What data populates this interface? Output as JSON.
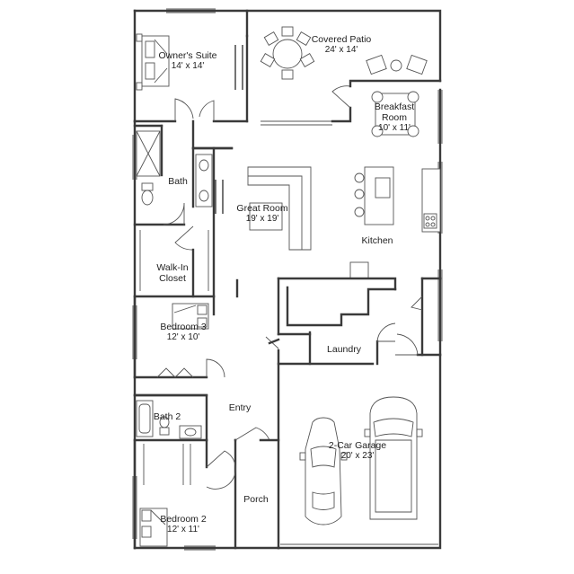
{
  "rooms": {
    "owners_suite": {
      "name": "Owner's Suite",
      "dims": "14' x 14'"
    },
    "covered_patio": {
      "name": "Covered Patio",
      "dims": "24' x 14'"
    },
    "breakfast_room": {
      "name_line1": "Breakfast",
      "name_line2": "Room",
      "dims": "10' x 11'"
    },
    "bath": {
      "name": "Bath"
    },
    "great_room": {
      "name": "Great Room",
      "dims": "19' x 19'"
    },
    "kitchen": {
      "name": "Kitchen"
    },
    "walk_in_closet": {
      "name_line1": "Walk-In",
      "name_line2": "Closet"
    },
    "bedroom_3": {
      "name": "Bedroom 3",
      "dims": "12' x 10'"
    },
    "laundry": {
      "name": "Laundry"
    },
    "entry": {
      "name": "Entry"
    },
    "bath_2": {
      "name": "Bath 2"
    },
    "garage": {
      "name": "2-Car Garage",
      "dims": "20' x 23'"
    },
    "porch": {
      "name": "Porch"
    },
    "bedroom_2": {
      "name": "Bedroom 2",
      "dims": "12' x 11'"
    }
  },
  "colors": {
    "wall": "#3a3a3a",
    "fixture": "#555555",
    "background": "#ffffff"
  }
}
